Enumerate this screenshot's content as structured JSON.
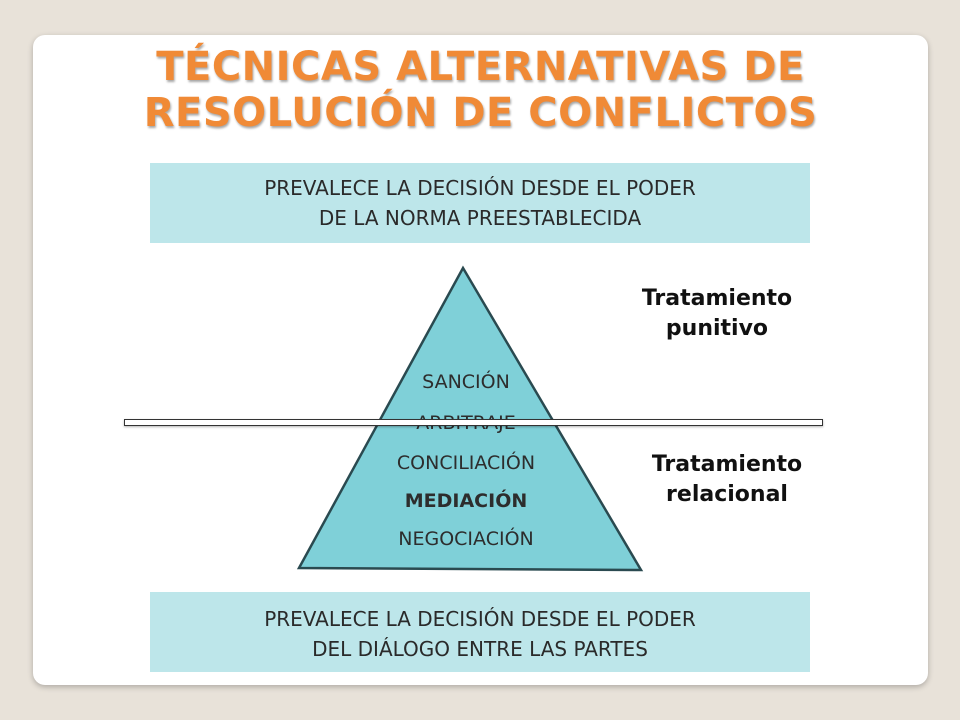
{
  "title": {
    "line1": "TÉCNICAS ALTERNATIVAS DE",
    "line2": "RESOLUCIÓN DE CONFLICTOS"
  },
  "top_band": {
    "line1": "PREVALECE LA DECISIÓN DESDE EL PODER",
    "line2": "DE LA NORMA PREESTABLECIDA"
  },
  "bottom_band": {
    "line1": "PREVALECE LA DECISIÓN DESDE EL PODER",
    "line2": "DEL DIÁLOGO ENTRE LAS PARTES"
  },
  "pyramid": {
    "levels": [
      "SANCIÓN",
      "ARBITRAJE",
      "CONCILIACIÓN",
      "MEDIACIÓN",
      "NEGOCIACIÓN"
    ]
  },
  "side_labels": {
    "upper_line1": "Tratamiento",
    "upper_line2": "punitivo",
    "lower_line1": "Tratamiento",
    "lower_line2": "relacional"
  },
  "colors": {
    "title": "#f08a36",
    "band": "#bde6ea",
    "pyramid_fill": "#7fd0d8"
  }
}
